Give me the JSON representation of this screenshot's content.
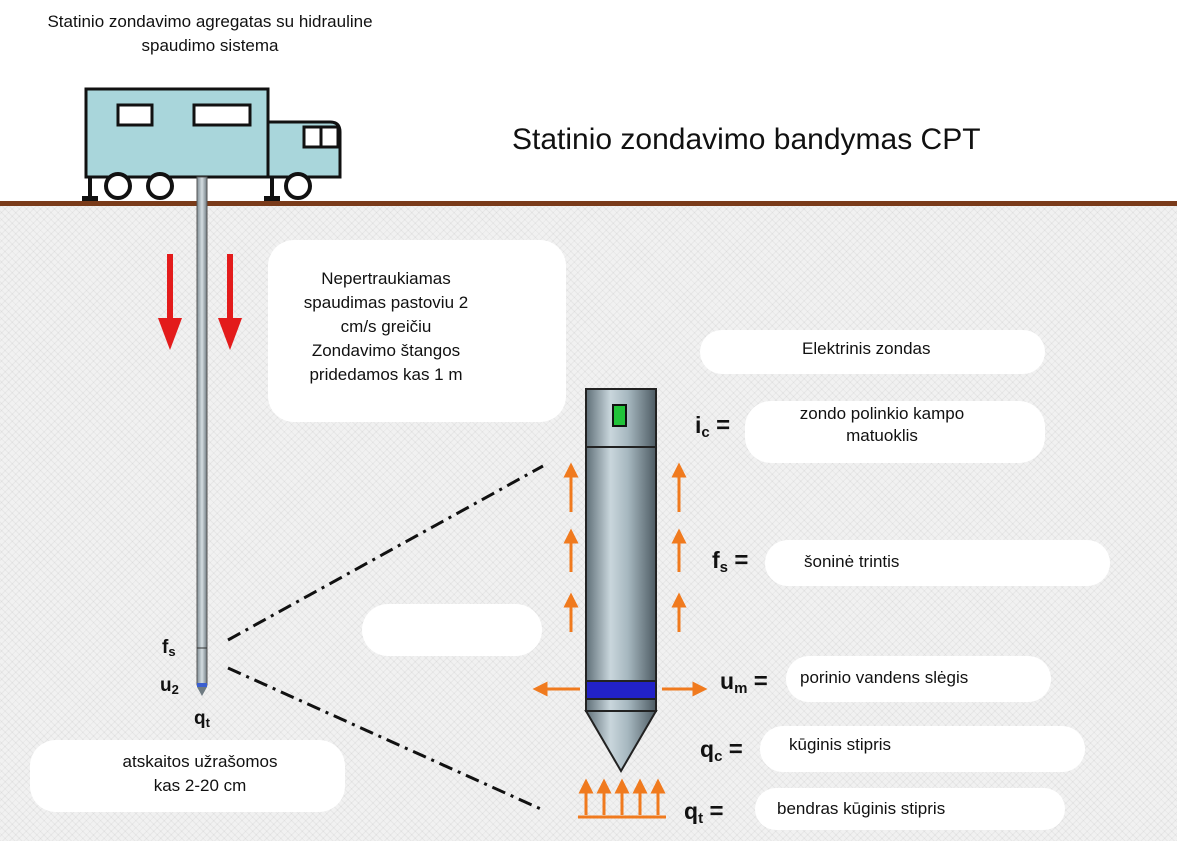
{
  "header": {
    "unit_caption_line1": "Statinio zondavimo agregatas su hidrauline",
    "unit_caption_line2": "spaudimo sistema",
    "main_title": "Statinio zondavimo bandymas CPT"
  },
  "push_note": {
    "line1": "Nepertraukiamas",
    "line2": "spaudimas pastoviu 2",
    "line3": "cm/s greičiu",
    "line4": "Zondavimo štangos",
    "line5": "pridedamos kas 1 m"
  },
  "readings_note": {
    "line1": "atskaitos užrašomos",
    "line2": "kas 2-20 cm"
  },
  "rod_labels": {
    "fs": {
      "base": "f",
      "sub": "s"
    },
    "u2": {
      "base": "u",
      "sub": "2"
    },
    "qt": {
      "base": "q",
      "sub": "t"
    }
  },
  "probe": {
    "title": "Elektrinis zondas",
    "equals": "=",
    "rows": [
      {
        "id": "ic",
        "base": "i",
        "sub": "c",
        "desc_line1": "zondo polinkio kampo",
        "desc_line2": "matuoklis"
      },
      {
        "id": "fs",
        "base": "f",
        "sub": "s",
        "desc_line1": "šoninė trintis"
      },
      {
        "id": "um",
        "base": "u",
        "sub": "m",
        "desc_line1": "porinio vandens slėgis"
      },
      {
        "id": "qc",
        "base": "q",
        "sub": "c",
        "desc_line1": "kūginis stipris"
      },
      {
        "id": "qt",
        "base": "q",
        "sub": "t",
        "desc_line1": "bendras kūginis stipris"
      }
    ]
  },
  "colors": {
    "ground_line": "#7a3b1a",
    "truck_body": "#a9d6db",
    "push_arrows": "#e31b1b",
    "force_arrows": "#f07a1e",
    "probe_sensor": "#22c33a",
    "pore_filter": "#2222c8"
  }
}
